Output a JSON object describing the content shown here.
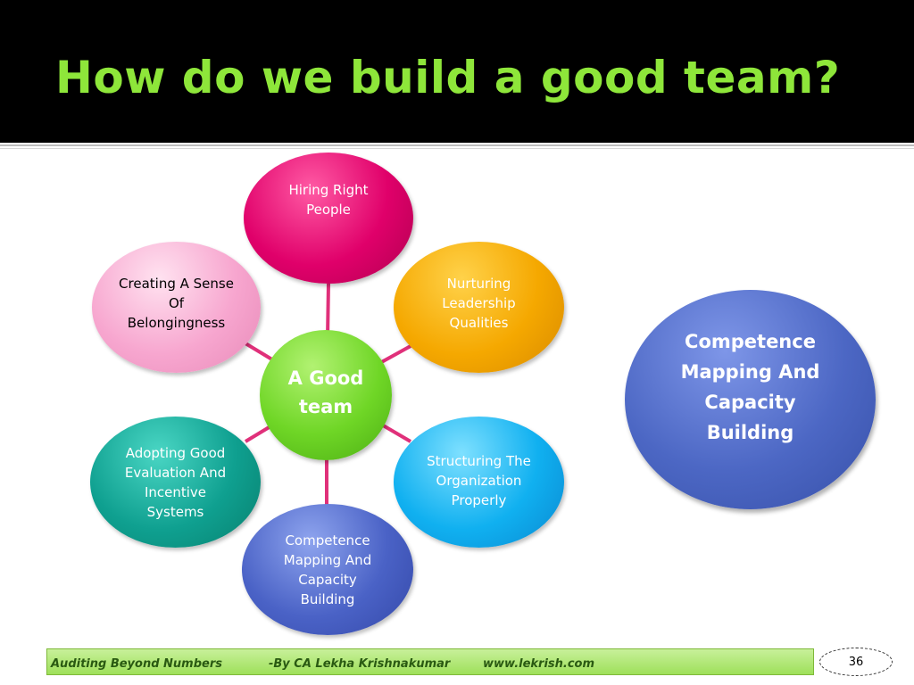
{
  "slide": {
    "title": "How do we build a good team?",
    "page_number": "36"
  },
  "diagram": {
    "center": {
      "label": "A Good team",
      "color": "#6fd626"
    },
    "nodes": [
      {
        "label": "Hiring Right People",
        "color": "#e0006a"
      },
      {
        "label": "Nurturing Leadership Qualities",
        "color": "#f5a800"
      },
      {
        "label": "Structuring The Organization Properly",
        "color": "#10b0f0"
      },
      {
        "label": "Competence Mapping And Capacity Building",
        "color": "#4a62c6"
      },
      {
        "label": "Adopting Good Evaluation And Incentive Systems",
        "color": "#0fa090"
      },
      {
        "label": "Creating A Sense Of Belongingness",
        "color": "#f7a6cf"
      }
    ],
    "callout": {
      "label": "Competence Mapping And Capacity Building",
      "color": "#4c67c4"
    }
  },
  "footer": {
    "course": "Auditing Beyond Numbers",
    "author": "-By CA Lekha Krishnakumar",
    "website": "www.lekrish.com"
  }
}
